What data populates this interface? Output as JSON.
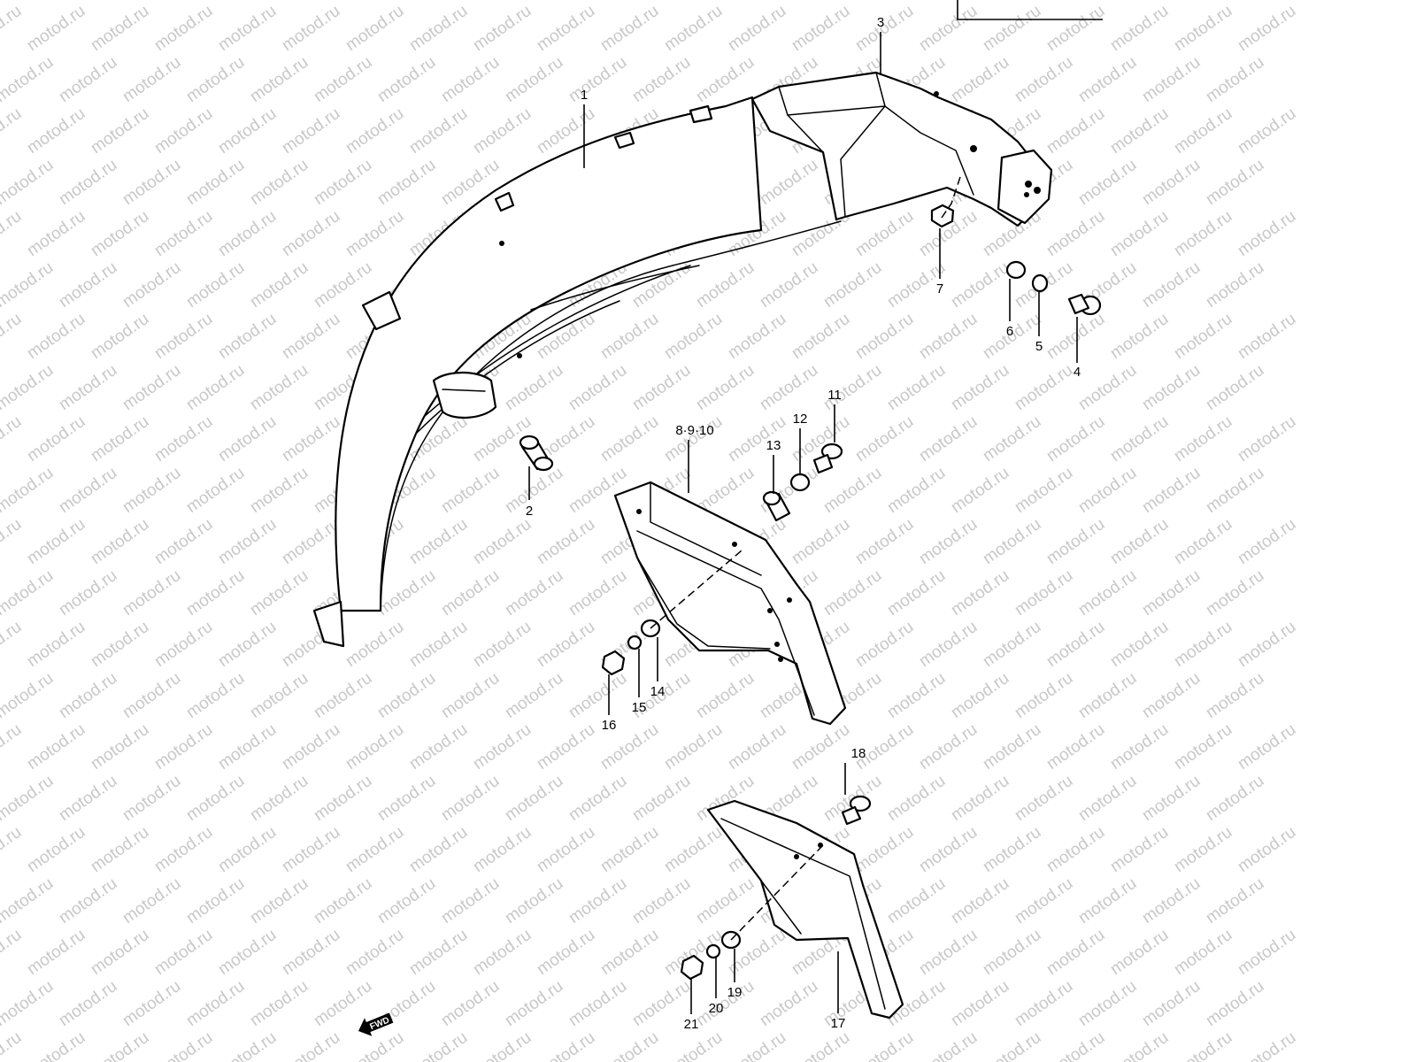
{
  "watermark": "motod.ru",
  "direction_marker": "FWD",
  "callouts": {
    "c1": "1",
    "c2": "2",
    "c3": "3",
    "c4": "4",
    "c5": "5",
    "c6": "6",
    "c7": "7",
    "c8": "8·9·10",
    "c11": "11",
    "c12": "12",
    "c13": "13",
    "c14": "14",
    "c15": "15",
    "c16": "16",
    "c17": "17",
    "c18": "18",
    "c19": "19",
    "c20": "20",
    "c21": "21"
  }
}
